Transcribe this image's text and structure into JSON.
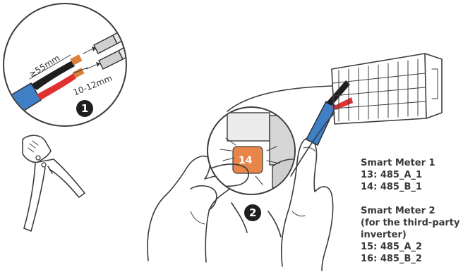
{
  "strip_length_label": "≥55mm",
  "ferrule_length_label": "10-12mm",
  "step1_number": "1",
  "step2_number": "2",
  "terminal_label": "14",
  "meter1": {
    "title": "Smart Meter 1",
    "line1": "13: 485_A_1",
    "line2": "14: 485_B_1"
  },
  "meter2": {
    "title": "Smart Meter 2",
    "line1": "(for the third-party",
    "line2": "inverter)",
    "line3": "15: 485_A_2",
    "line4": "16: 485_B_2"
  },
  "colors": {
    "blue_jacket": "#3f7fc6",
    "red_wire": "#e03030",
    "black_wire": "#1e1e1e",
    "copper": "#d9803a",
    "terminal_orange": "#e8864a"
  }
}
